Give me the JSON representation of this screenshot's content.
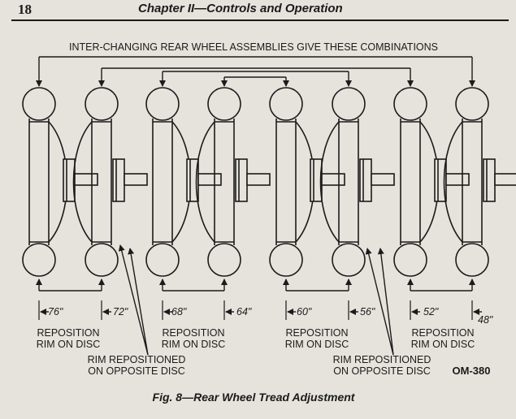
{
  "header": {
    "page_number": "18",
    "chapter_title": "Chapter II—Controls and Operation"
  },
  "diagram": {
    "top_label": "INTER-CHANGING REAR WHEEL ASSEMBLIES GIVE THESE COMBINATIONS",
    "measurements": [
      "76\"",
      "72\"",
      "68\"",
      "64\"",
      "60\"",
      "56\"",
      "52\"",
      "48\""
    ],
    "labels": {
      "reposition_1_line1": "REPOSITION",
      "reposition_1_line2": "RIM ON DISC",
      "reposition_2_line1": "REPOSITION",
      "reposition_2_line2": "RIM ON DISC",
      "reposition_3_line1": "REPOSITION",
      "reposition_3_line2": "RIM ON DISC",
      "reposition_4_line1": "REPOSITION",
      "reposition_4_line2": "RIM ON DISC",
      "opposite_1_line1": "RIM REPOSITIONED",
      "opposite_1_line2": "ON OPPOSITE DISC",
      "opposite_2_line1": "RIM REPOSITIONED",
      "opposite_2_line2": "ON OPPOSITE DISC"
    },
    "figure_code": "OM-380"
  },
  "caption": "Fig. 8—Rear Wheel Tread Adjustment"
}
